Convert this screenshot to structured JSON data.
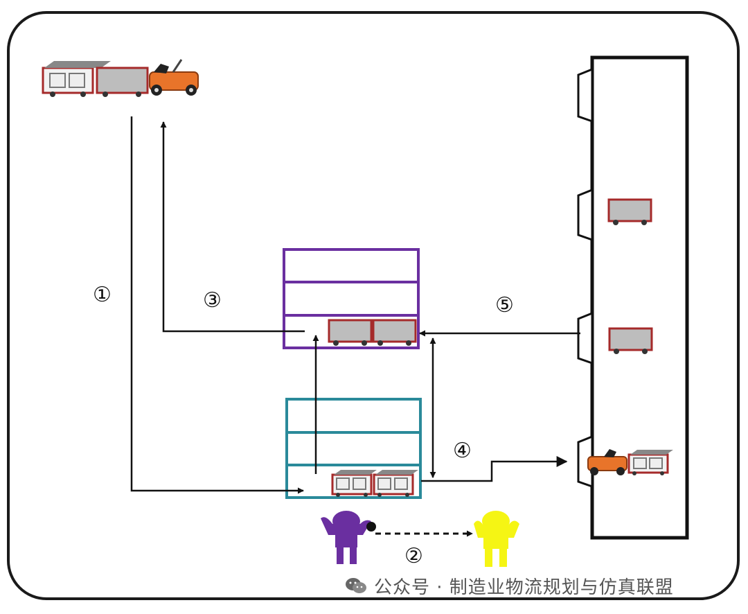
{
  "labels": {
    "step1": "①",
    "step2": "②",
    "step3": "③",
    "step4": "④",
    "step5": "⑤"
  },
  "watermark": {
    "icon": "wechat-icon",
    "text": "公众号 · 制造业物流规划与仿真联盟"
  },
  "colors": {
    "outline": "#1a1a1a",
    "upper_rack": "#6a2fa0",
    "lower_rack": "#2a8a9a",
    "cart_border": "#a52a2a",
    "cart_fill": "#bdbdbd",
    "tugger": "#e8742a",
    "operator": "#6a2fa0",
    "receiver": "#f5f514"
  }
}
